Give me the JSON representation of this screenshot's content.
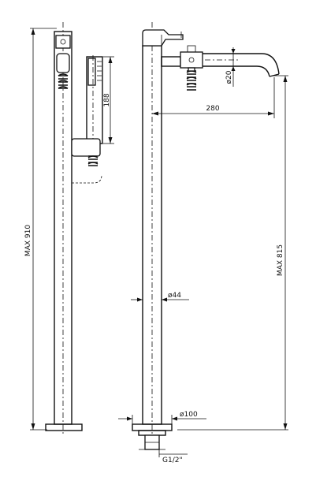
{
  "dimensions": {
    "max_height_left": "MAX 910",
    "shower_length": "188",
    "spout_diameter": "ø20",
    "spout_reach": "280",
    "max_height_right": "MAX 815",
    "column_diameter": "ø44",
    "base_diameter": "ø100",
    "connection_thread": "G1/2\""
  }
}
